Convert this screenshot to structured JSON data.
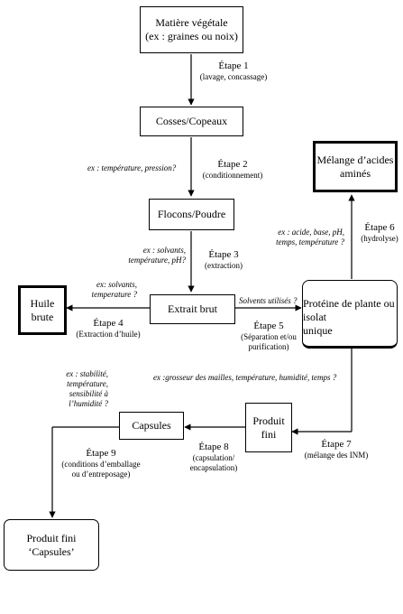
{
  "boxes": {
    "matiere": "Matière végétale",
    "matiere_sub": "(ex : graines ou noix)",
    "cosses": "Cosses/Copeaux",
    "flocons": "Flocons/Poudre",
    "extrait": "Extrait brut",
    "huile_1": "Huile",
    "huile_2": "brute",
    "proteine_1": "Protéine de plante ou",
    "proteine_2": "isolat",
    "proteine_3": "unique",
    "melange_1": "Mélange d’acides",
    "melange_2": "aminés",
    "produit_1": "Produit",
    "produit_2": "fini",
    "capsules": "Capsules",
    "final_1": "Produit fini",
    "final_2": "‘Capsules’"
  },
  "steps": {
    "s1": "Étape 1",
    "s1_sub": "(lavage, concassage)",
    "s2": "Étape 2",
    "s2_sub": "(conditionnement)",
    "s3": "Étape 3",
    "s3_sub": "(extraction)",
    "s4": "Étape 4",
    "s4_sub": "(Extraction d’huile)",
    "s5": "Étape 5",
    "s5_sub1": "(Séparation et/ou",
    "s5_sub2": "purification)",
    "s6": "Étape 6",
    "s6_sub": "(hydrolyse)",
    "s7": "Étape 7",
    "s7_sub": "(mélange des INM)",
    "s8": "Étape 8",
    "s8_sub1": "(capsulation/",
    "s8_sub2": "encapsulation)",
    "s9": "Étape 9",
    "s9_sub1": "(conditions d’emballage",
    "s9_sub2": "ou d’entreposage)"
  },
  "notes": {
    "n2": "ex : température, pression?",
    "n3_1": "ex : solvants,",
    "n3_2": "température, pH?",
    "n4_1": "ex: solvants,",
    "n4_2": "temperature ?",
    "n5": "Solvents utilisés ?",
    "n6_1": "ex : acide, base, pH,",
    "n6_2": "temps, température ?",
    "n7": "ex :grosseur des mailles, température, humidité, temps ?",
    "n9_1": "ex : stabilité,",
    "n9_2": "température,",
    "n9_3": "sensibilité à",
    "n9_4": "l’humidité ?"
  }
}
